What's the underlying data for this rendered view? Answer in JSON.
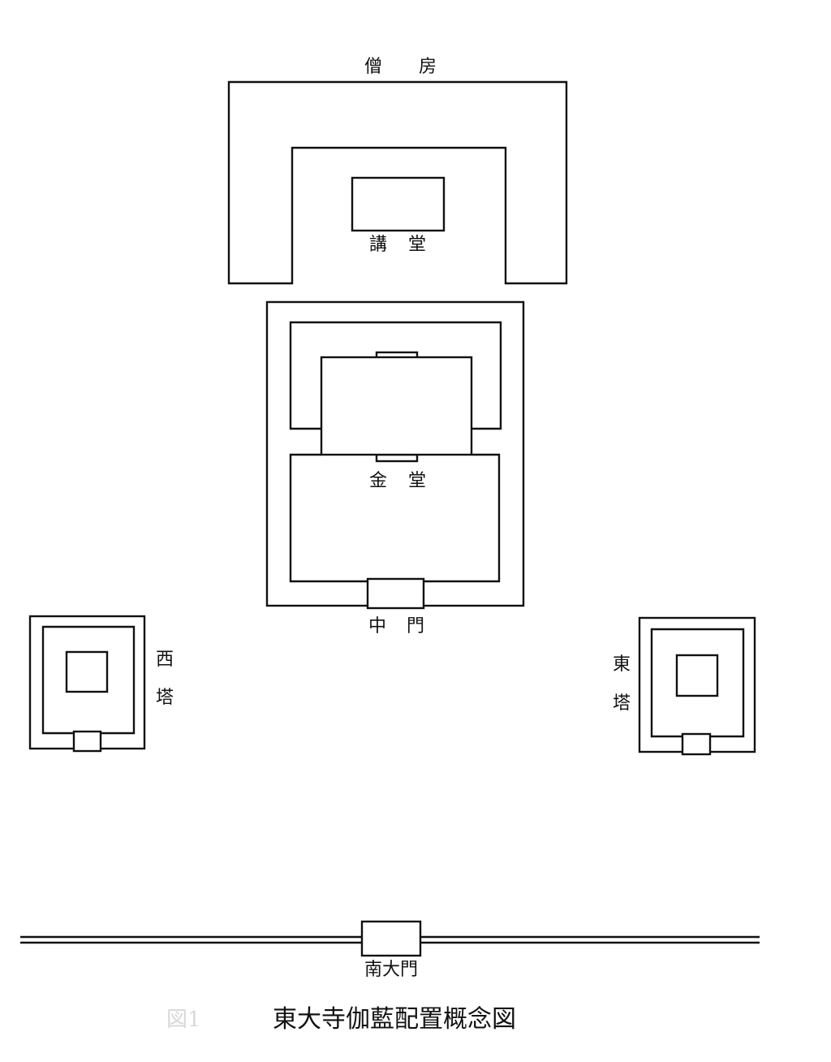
{
  "diagram": {
    "labels": {
      "sobo": [
        "僧",
        "房"
      ],
      "kodo": [
        "講",
        "堂"
      ],
      "kondo": [
        "金",
        "堂"
      ],
      "chumon": [
        "中",
        "門"
      ],
      "saito": [
        "西",
        "塔"
      ],
      "toto": [
        "東",
        "塔"
      ],
      "nandaimon": "南大門"
    },
    "caption": "東大寺伽藍配置概念図",
    "faint_prefix": "図1"
  }
}
